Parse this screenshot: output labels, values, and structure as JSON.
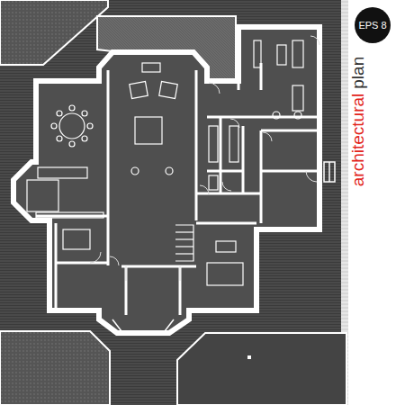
{
  "diagram": {
    "nodes": [
      {
        "text": [
          "EPS 8"
        ]
      }
    ],
    "labels": [
      "architectural",
      "plan"
    ]
  }
}
